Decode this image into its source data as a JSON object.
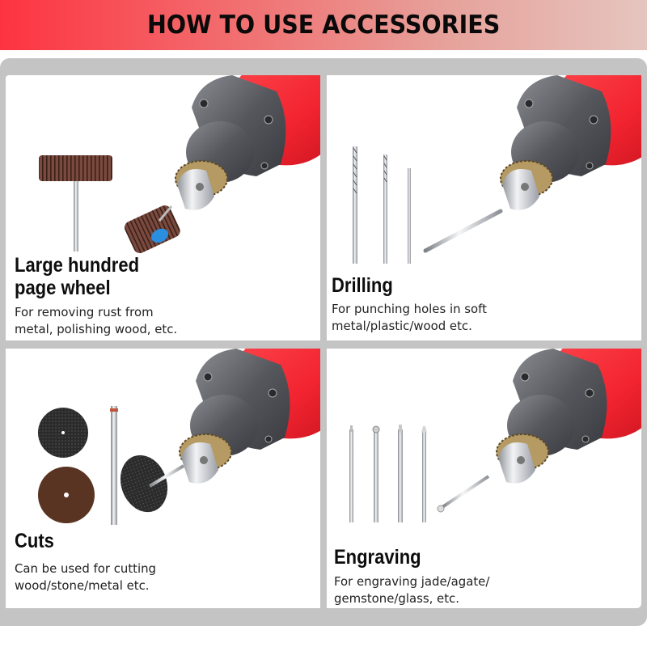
{
  "banner": {
    "title": "HOW TO USE ACCESSORIES",
    "gradient_start": "#fd3340",
    "gradient_end": "#e6c5bf"
  },
  "frame_color": "#c4c4c4",
  "panels": [
    {
      "id": "flap-wheel",
      "heading_lines": [
        "Large hundred",
        "page wheel"
      ],
      "description_lines": [
        "For removing rust from",
        "metal, polishing wood, etc."
      ],
      "accessory_icon": "flap-wheel-icon"
    },
    {
      "id": "drilling",
      "heading_lines": [
        "Drilling"
      ],
      "description_lines": [
        "For punching holes in soft",
        "metal/plastic/wood etc."
      ],
      "accessory_icon": "drill-bit-icon"
    },
    {
      "id": "cuts",
      "heading_lines": [
        "Cuts"
      ],
      "description_lines": [
        "Can be used for cutting",
        "wood/stone/metal etc."
      ],
      "accessory_icon": "cutting-disc-icon"
    },
    {
      "id": "engraving",
      "heading_lines": [
        "Engraving"
      ],
      "description_lines": [
        "For engraving jade/agate/",
        "gemstone/glass, etc."
      ],
      "accessory_icon": "engraving-bit-icon"
    }
  ],
  "tool_colors": {
    "body_red": "#f4262f",
    "housing_gray": "#5b5d63",
    "chuck_silver": "#c9ccd1",
    "flap_brown": "#6e4036",
    "disc_black": "#2a2a2a",
    "disc_brown": "#5a3422",
    "label_blue": "#2b8fe0"
  }
}
